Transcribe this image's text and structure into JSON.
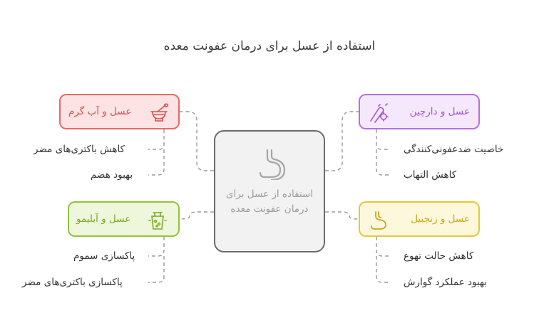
{
  "title": "استفاده از عسل برای درمان عفونت معده",
  "center": {
    "label": "استفاده از عسل برای درمان عفونت معده",
    "icon": "stomach-icon"
  },
  "nodes": {
    "top_left": {
      "label": "عسل و آب گرم",
      "icon": "honey-pot-icon",
      "color": "#e46a6a",
      "leaves": [
        "کاهش باکتری‌های مضر",
        "بهبود هضم"
      ]
    },
    "top_right": {
      "label": "عسل و دارچین",
      "icon": "bacteria-icon",
      "color": "#b86fdb",
      "leaves": [
        "خاصیت ضدعفونی‌کنندگی",
        "کاهش التهاب"
      ]
    },
    "bottom_left": {
      "label": "عسل و آبلیمو",
      "icon": "lemon-juice-icon",
      "color": "#94c23f",
      "leaves": [
        "پاکسازی سموم",
        "پاکسازی باکتری‌های مضر"
      ]
    },
    "bottom_right": {
      "label": "عسل و زنجبیل",
      "icon": "stomach-icon",
      "color": "#e6c83b",
      "leaves": [
        "کاهش حالت تهوع",
        "بهبود عملکرد گوارش"
      ]
    }
  }
}
